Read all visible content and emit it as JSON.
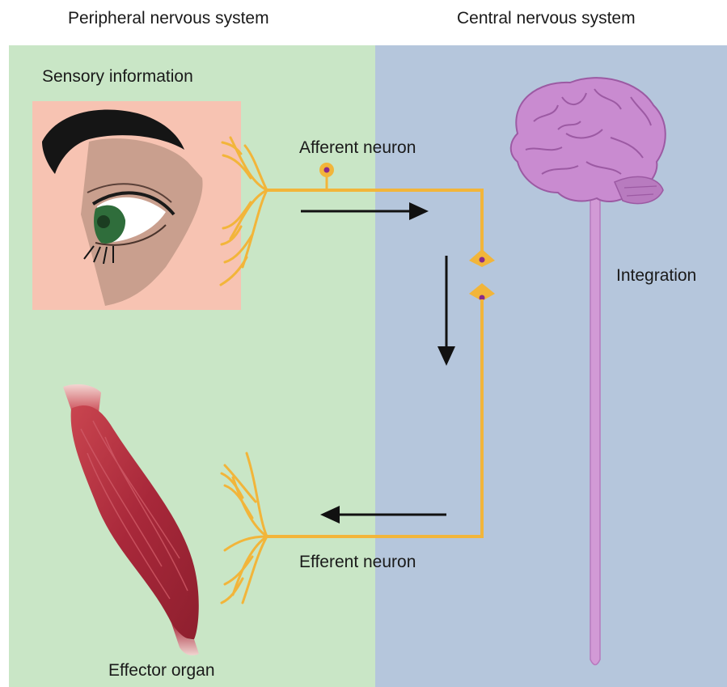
{
  "labels": {
    "pns": "Peripheral nervous system",
    "cns": "Central nervous system",
    "sensory": "Sensory information",
    "afferent": "Afferent neuron",
    "integration": "Integration",
    "efferent": "Efferent neuron",
    "effector": "Effector organ"
  },
  "colors": {
    "pns_background": "#c9e6c6",
    "cns_background": "#b5c6dc",
    "neuron": "#f2b53a",
    "brain": "#c98bd0",
    "spinal_cord": "#d29ad6",
    "muscle": "#a8283a",
    "skin": "#f7c3b2",
    "arrow": "#111111"
  },
  "icons": {
    "eye": "eye-illustration",
    "brain": "brain-illustration",
    "muscle": "muscle-illustration"
  }
}
